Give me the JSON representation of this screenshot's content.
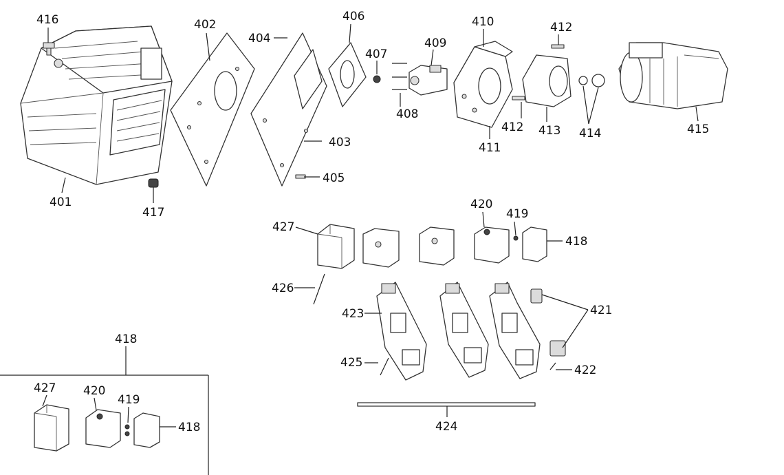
{
  "labels": {
    "l401": "401",
    "l402": "402",
    "l403": "403",
    "l404": "404",
    "l405": "405",
    "l406": "406",
    "l407": "407",
    "l408": "408",
    "l409": "409",
    "l410": "410",
    "l411": "411",
    "l412a": "412",
    "l412b": "412",
    "l413": "413",
    "l414": "414",
    "l415": "415",
    "l416": "416",
    "l417": "417",
    "l418a": "418",
    "l419a": "419",
    "l420a": "420",
    "l421": "421",
    "l422": "422",
    "l423": "423",
    "l424": "424",
    "l425": "425",
    "l426": "426",
    "l427a": "427",
    "l418b": "418",
    "l427b": "427",
    "l420b": "420",
    "l419b": "419",
    "l418c": "418"
  }
}
